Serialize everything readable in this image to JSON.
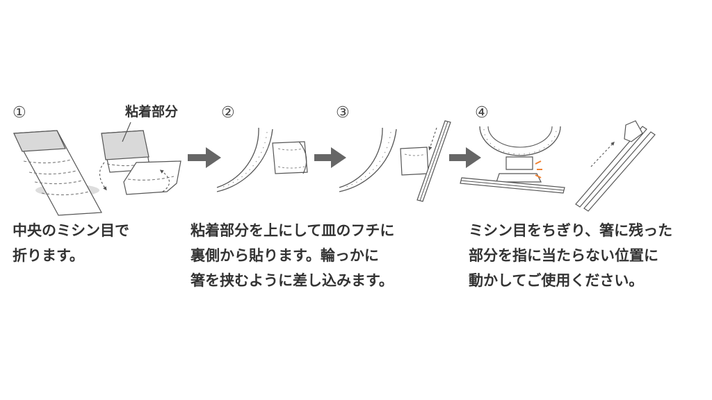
{
  "steps": [
    {
      "number": "①",
      "callout": "粘着部分",
      "caption": [
        "中央のミシン目で",
        "折ります。"
      ]
    },
    {
      "number": "②",
      "caption": [
        "粘着部分を上にして皿のフチに",
        "裏側から貼ります。輪っかに",
        "箸を挟むように差し込みます。"
      ]
    },
    {
      "number": "③"
    },
    {
      "number": "④",
      "caption": [
        "ミシン目をちぎり、箸に残った",
        "部分を指に当たらない位置に",
        "動かしてご使用ください。"
      ]
    }
  ],
  "colors": {
    "line": "#555555",
    "adhesive": "#d9d9d9",
    "arrow": "#666666",
    "accent": "#f08030"
  },
  "icons": [
    "arrow-right-icon"
  ]
}
